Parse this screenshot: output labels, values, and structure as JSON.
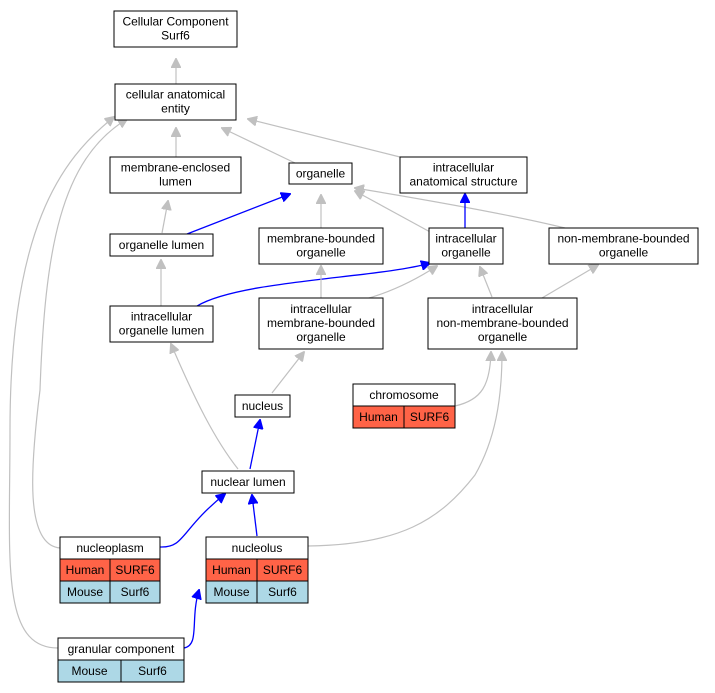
{
  "nodes": {
    "root": [
      "Cellular Component",
      "Surf6"
    ],
    "cae": [
      "cellular anatomical",
      "entity"
    ],
    "mel": [
      "membrane-enclosed",
      "lumen"
    ],
    "org": [
      "organelle"
    ],
    "ias": [
      "intracellular",
      "anatomical structure"
    ],
    "ol": [
      "organelle lumen"
    ],
    "mbo": [
      "membrane-bounded",
      "organelle"
    ],
    "io": [
      "intracellular",
      "organelle"
    ],
    "nmbo": [
      "non-membrane-bounded",
      "organelle"
    ],
    "iol": [
      "intracellular",
      "organelle lumen"
    ],
    "imbo": [
      "intracellular",
      "membrane-bounded",
      "organelle"
    ],
    "inmbo": [
      "intracellular",
      "non-membrane-bounded",
      "organelle"
    ],
    "chrom": [
      "chromosome"
    ],
    "nuc": [
      "nucleus"
    ],
    "nl": [
      "nuclear lumen"
    ],
    "np": [
      "nucleoplasm"
    ],
    "nucl": [
      "nucleolus"
    ],
    "gc": [
      "granular component"
    ]
  },
  "annotations": {
    "chrom": [
      [
        "Human",
        "SURF6"
      ]
    ],
    "np": [
      [
        "Human",
        "SURF6"
      ],
      [
        "Mouse",
        "Surf6"
      ]
    ],
    "nucl": [
      [
        "Human",
        "SURF6"
      ],
      [
        "Mouse",
        "Surf6"
      ]
    ],
    "gc": [
      [
        "Mouse",
        "Surf6"
      ]
    ]
  },
  "colors": {
    "human": "#ff6347",
    "mouse": "#add8e6",
    "is_a_edge": "#c0c0c0",
    "part_of_edge": "#0000ff"
  }
}
